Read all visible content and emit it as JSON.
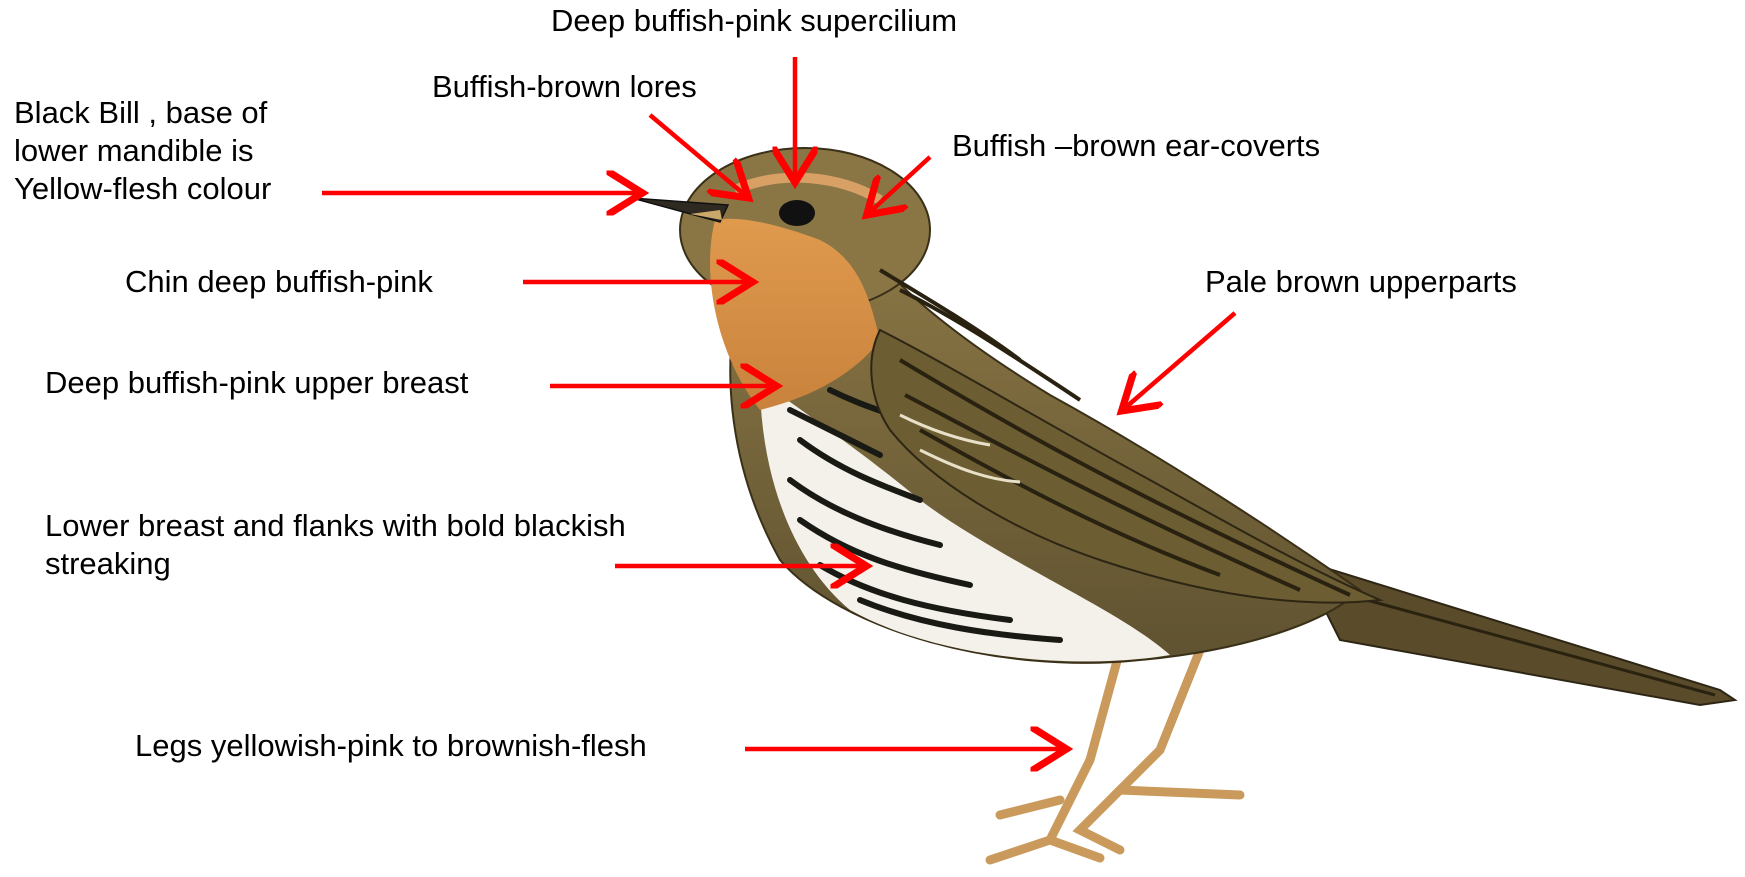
{
  "labels": {
    "bill": [
      "Black Bill , base of",
      "lower mandible is",
      "Yellow-flesh colour"
    ],
    "lores": "Buffish-brown lores",
    "supercilium": "Deep buffish-pink supercilium",
    "ear_coverts": "Buffish –brown ear-coverts",
    "chin": "Chin  deep buffish-pink",
    "upper_breast": "Deep buffish-pink  upper breast",
    "upperparts": "Pale brown upperparts",
    "lower_breast": "Lower breast and flanks with bold blackish streaking",
    "legs": "Legs yellowish-pink to brownish-flesh"
  },
  "colors": {
    "arrow": "#ff0000",
    "text": "#000000",
    "background": "#ffffff",
    "bird_upperparts": "#7c6a3c",
    "bird_throat": "#d98a3e",
    "bird_belly": "#f4f1ea",
    "bird_legs": "#c99a5c",
    "bird_streak": "#1a1a14"
  }
}
